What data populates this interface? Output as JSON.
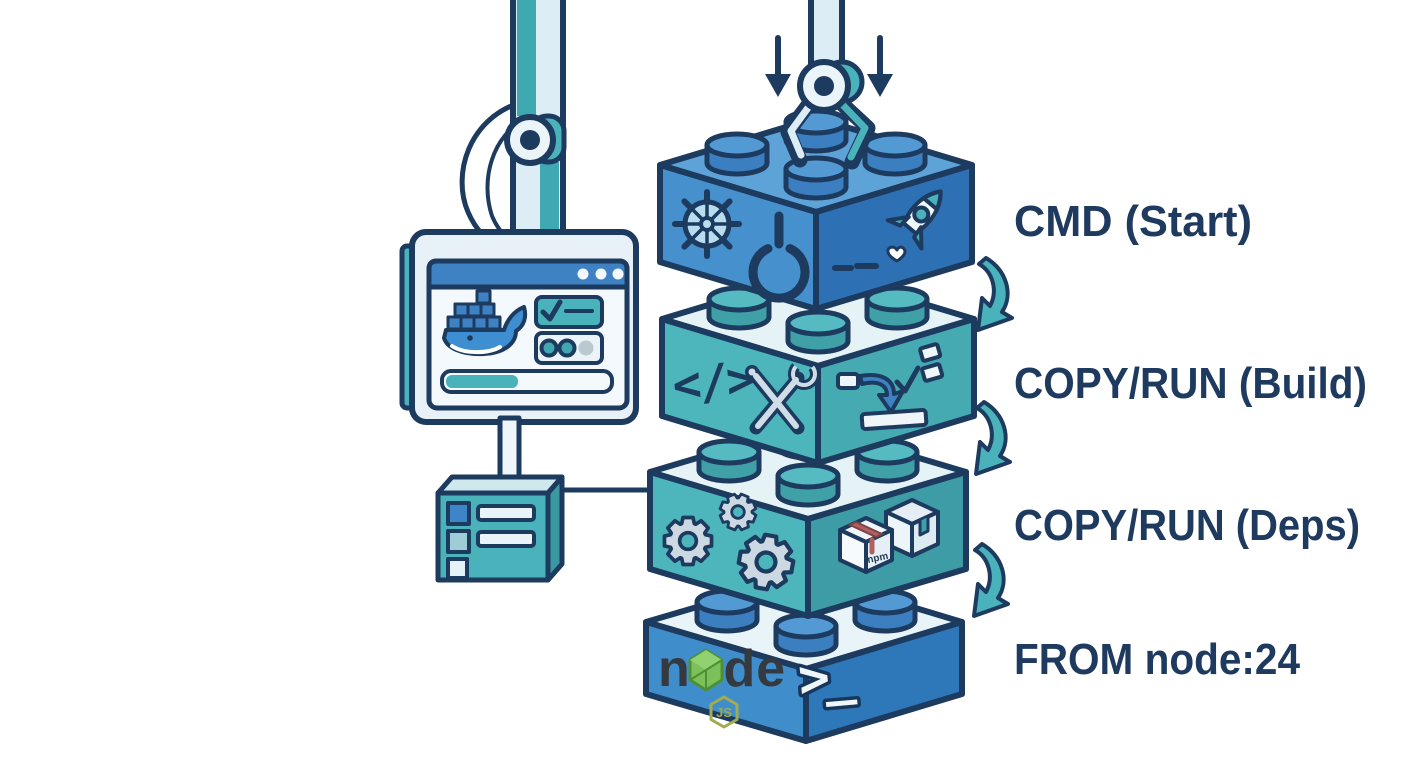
{
  "layers": {
    "cmd": "CMD (Start)",
    "build": "COPY/RUN (Build)",
    "deps": "COPY/RUN (Deps)",
    "from": "FROM node:24"
  },
  "brick_texts": {
    "code": "</>",
    "npm": "npm",
    "node": "node",
    "js": "JS",
    "prompt": ">_"
  },
  "colors": {
    "outline_navy": "#1d3a5f",
    "label_text": "#1e3a5f",
    "brick_blue": "#4590cd",
    "brick_blue_dark": "#2e70b4",
    "brick_blue_top": "#5ea3d8",
    "brick_teal": "#4db5bc",
    "brick_teal_dark": "#3f9faa",
    "brick_top_light": "#e8f4f7",
    "accent_teal": "#49b2ba",
    "pole_light": "#dcedf5",
    "node_green": "#7bc05a",
    "npm_tape_red": "#b06060",
    "background": "#ffffff"
  },
  "icons": {
    "crane-claw": "robotic gripper claw",
    "down-arrow": "↓",
    "flow-arrow": "curved teal arrow",
    "ship-helm": "ship wheel",
    "power": "power symbol",
    "rocket": "rocket",
    "code": "</>",
    "tools": "crossed wrench and screwdriver",
    "flow-steps": "mini flowchart with arrow and check",
    "gears": "three gears",
    "npm-packages": "two package boxes",
    "nodejs-logo": "node.js wordmark with hexagon",
    "terminal-prompt": "command prompt",
    "docker-whale": "docker whale with containers",
    "check-panel": "checkmark panel",
    "status-dots": "three status dots",
    "progress-bar": "loading progress bar"
  }
}
